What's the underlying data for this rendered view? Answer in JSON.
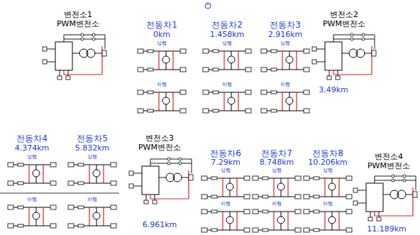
{
  "diagram": {
    "labels": [
      "변전소1",
      "PWM변전소",
      "전동차1",
      "0km",
      "상행",
      "하행",
      "전동차2",
      "1.458km",
      "상행",
      "하행",
      "전동차3",
      "2.916km",
      "상행",
      "하행",
      "변전소2",
      "PWM변전소",
      "3.49km",
      "전동차4",
      "4.374km",
      "상행",
      "하행",
      "전동차5",
      "5.832km",
      "상행",
      "하행",
      "변전소3",
      "PWM변전소",
      "6.961km",
      "전동차6",
      "7.29km",
      "상행",
      "하행",
      "전동차7",
      "8.748km",
      "상행",
      "하행",
      "전동차8",
      "10.206km",
      "상행",
      "하행",
      "변전소4",
      "PWM변전소",
      "11.189km"
    ]
  }
}
